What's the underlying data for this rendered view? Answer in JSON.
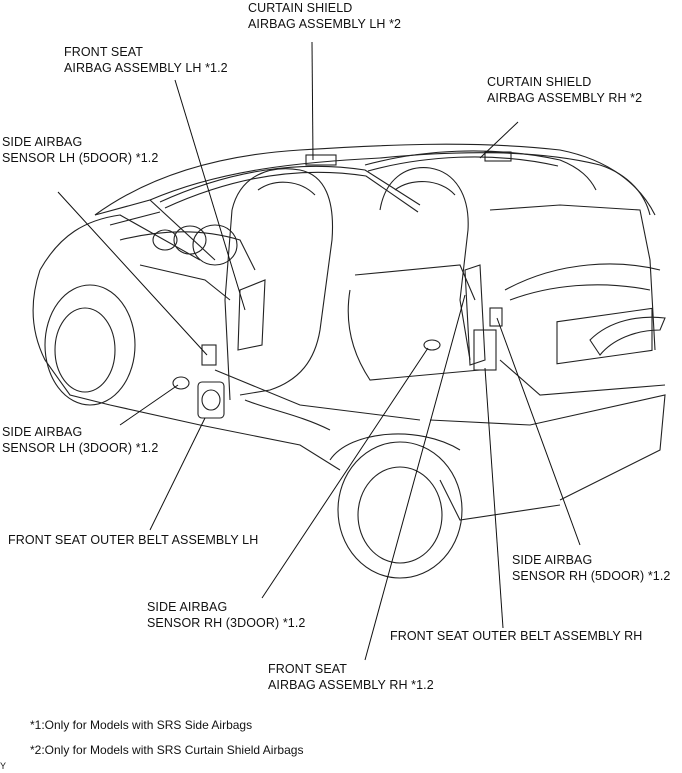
{
  "labels": {
    "curtain_shield_lh": "CURTAIN SHIELD\nAIRBAG ASSEMBLY LH *2",
    "front_seat_airbag_lh": "FRONT SEAT\nAIRBAG ASSEMBLY LH *1.2",
    "curtain_shield_rh": "CURTAIN SHIELD\nAIRBAG ASSEMBLY RH *2",
    "side_airbag_sensor_lh_5door": "SIDE AIRBAG\nSENSOR LH (5DOOR) *1.2",
    "side_airbag_sensor_lh_3door": "SIDE AIRBAG\nSENSOR LH (3DOOR) *1.2",
    "front_seat_outer_belt_lh": "FRONT SEAT OUTER BELT ASSEMBLY LH",
    "side_airbag_sensor_rh_5door": "SIDE AIRBAG\nSENSOR RH (5DOOR) *1.2",
    "side_airbag_sensor_rh_3door": "SIDE AIRBAG\nSENSOR RH (3DOOR) *1.2",
    "front_seat_outer_belt_rh": "FRONT SEAT OUTER BELT ASSEMBLY RH",
    "front_seat_airbag_rh": "FRONT SEAT\nAIRBAG ASSEMBLY RH *1.2"
  },
  "notes": {
    "note1": "*1:Only for Models with SRS Side Airbags",
    "note2": "*2:Only for Models with SRS Curtain Shield Airbags"
  },
  "figure_mark": "Y"
}
